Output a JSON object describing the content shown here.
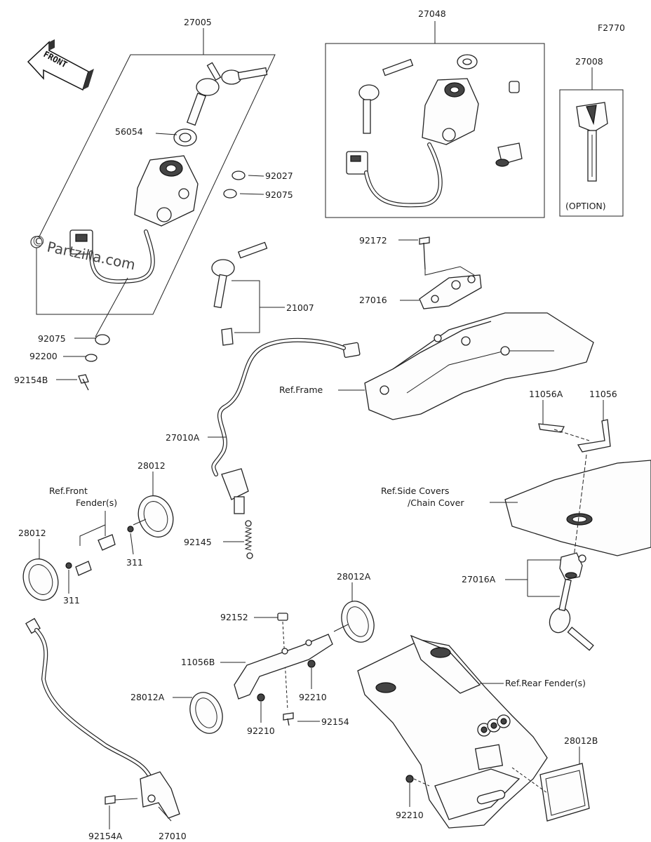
{
  "diagram_code": "F2770",
  "front_label": "FRONT",
  "watermark": "Partzilla.com",
  "watermark_symbol": "©",
  "parts": {
    "p27005": "27005",
    "p27048": "27048",
    "p27008": "27008",
    "p56054": "56054",
    "p92027": "92027",
    "p92075a": "92075",
    "p92075b": "92075",
    "p92200": "92200",
    "p92154B": "92154B",
    "p21007": "21007",
    "p92172": "92172",
    "p27016": "27016",
    "p27010A": "27010A",
    "p28012a": "28012",
    "p28012b": "28012",
    "p311a": "311",
    "p311b": "311",
    "p92145": "92145",
    "p11056A": "11056A",
    "p11056": "11056",
    "p27016A": "27016A",
    "p28012A_top": "28012A",
    "p92152": "92152",
    "p11056B": "11056B",
    "p28012A_left": "28012A",
    "p92210a": "92210",
    "p92210b": "92210",
    "p92154": "92154",
    "p92210c": "92210",
    "p28012B": "28012B",
    "p92154A": "92154A",
    "p27010": "27010"
  },
  "refs": {
    "frame": "Ref.Frame",
    "front_fender_1": "Ref.Front",
    "front_fender_2": "Fender(s)",
    "side_covers_1": "Ref.Side Covers",
    "side_covers_2": "/Chain Cover",
    "rear_fender": "Ref.Rear Fender(s)"
  },
  "option_label": "(OPTION)"
}
